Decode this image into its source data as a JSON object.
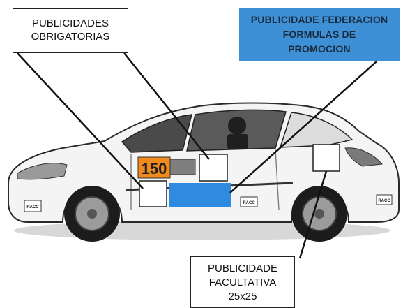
{
  "callouts": {
    "obligatorias": {
      "line1": "PUBLICIDADES",
      "line2": "OBRIGATORIAS"
    },
    "federacion": {
      "line1": "PUBLICIDADE FEDERACION",
      "line2": "FORMULAS DE",
      "line3": "PROMOCION"
    },
    "facultativa": {
      "line1": "PUBLICIDADE",
      "line2": "FACULTATIVA",
      "line3": "25x25"
    }
  },
  "car": {
    "race_number": "150",
    "sponsor_badge": "RACC",
    "colors": {
      "body": "#f4f4f4",
      "outline": "#2a2a2a",
      "ad_federacion": "#2f8be0",
      "number_plate": "#f08a1c"
    }
  }
}
